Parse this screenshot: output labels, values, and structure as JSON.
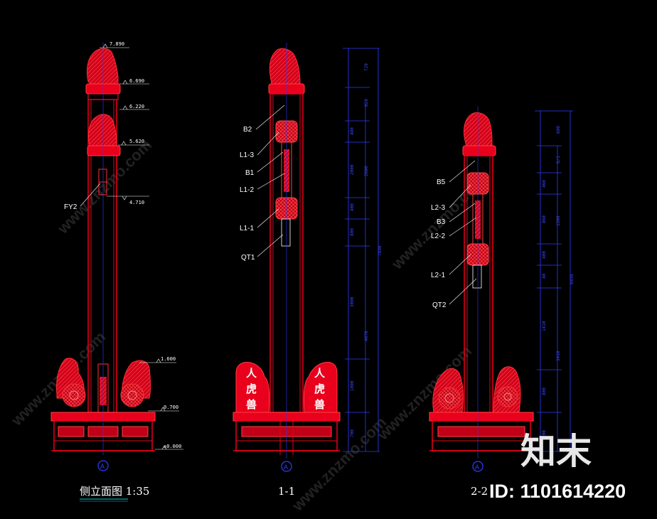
{
  "views": {
    "side": {
      "title": "侧立面图 1:35"
    },
    "s1": {
      "title": "1-1"
    },
    "s2": {
      "title": "2-2"
    }
  },
  "elevations": {
    "e1": "7.890",
    "e2": "6.690",
    "e3": "6.220",
    "e4": "5.620",
    "e5": "4.710",
    "e6": "1.600",
    "e7": "0.700",
    "e8": "±0.000"
  },
  "labels": {
    "fy2": "FY2",
    "b2": "B2",
    "l1_3": "L1-3",
    "b1": "B1",
    "l1_2": "L1-2",
    "l1_1": "L1-1",
    "qt1": "QT1",
    "b5": "B5",
    "l2_3": "L2-3",
    "b3": "B3",
    "l2_2": "L2-2",
    "l2_1": "L2-1",
    "qt2": "QT2"
  },
  "axis_marks": {
    "side": "A",
    "s1": "A",
    "s2": "A"
  },
  "carving_text": {
    "left": [
      "人",
      "虎",
      "兽"
    ],
    "right": [
      "人",
      "虎",
      "兽"
    ]
  },
  "dims1": {
    "d1": "720",
    "d2": "620",
    "d3": "480",
    "d4": "2000",
    "d5": "400",
    "d6": "800",
    "d7": "3000",
    "d8": "1000",
    "d9": "700",
    "o1": "2600",
    "o2": "4670",
    "total": "7890"
  },
  "dims2": {
    "d1": "600",
    "d2": "6/1",
    "d3": "460",
    "d4": "860",
    "d5": "400",
    "d6": "40",
    "d7": "1410",
    "d8": "800",
    "d9": "700",
    "o1": "1500",
    "o2": "3410",
    "total": "6030"
  },
  "watermark": "www.znzmo.com",
  "brand": {
    "logo": "知末",
    "id": "ID: 1101614220"
  },
  "colors": {
    "background": "#000000",
    "red": "#e8001c",
    "blue": "#2e3cff",
    "white": "#ffffff"
  }
}
